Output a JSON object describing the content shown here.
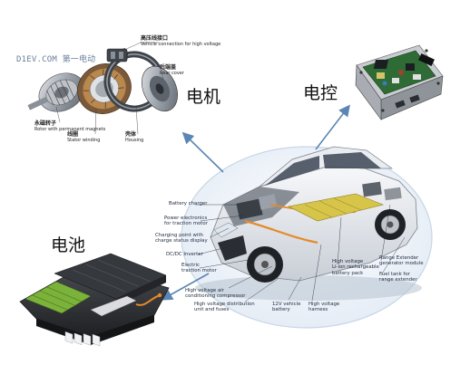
{
  "watermark": "D1EV.COM 第一电动",
  "sections": {
    "motor": "电机",
    "controller": "电控",
    "battery": "电池"
  },
  "motor_parts": {
    "top_cn": "高压线接口",
    "top_en": "Vehicle connection for high voltage",
    "right_cn": "后端盖",
    "right_en": "Rear cover",
    "left_cn": "永磁转子",
    "left_en": "Rotor with permanent magnets",
    "bottom_left_cn": "线圈",
    "bottom_left_en": "Stator winding",
    "bottom_right_cn": "壳体",
    "bottom_right_en": "Housing"
  },
  "car_labels": {
    "battery_charger": "Battery charger",
    "power_electronics_1": "Power electronics",
    "power_electronics_2": "for traction motor",
    "charging_point_1": "Charging point with",
    "charging_point_2": "charge status display",
    "dcdc": "DC/DC Inverter",
    "electric_motor_1": "Electric",
    "electric_motor_2": "traction motor",
    "hv_air_1": "High voltage air",
    "hv_air_2": "conditioning compressor",
    "hv_dist_1": "High voltage distribution",
    "hv_dist_2": "unit and fuses",
    "v12_1": "12V vehicle",
    "v12_2": "battery",
    "hv_harness_1": "High voltage",
    "hv_harness_2": "harness",
    "li_ion_1": "High voltage",
    "li_ion_2": "Li-ion rechargeable",
    "li_ion_3": "battery pack",
    "range_gen_1": "Range Extender",
    "range_gen_2": "generator module",
    "fuel_tank_1": "Fuel tank for",
    "fuel_tank_2": "range extender"
  },
  "colors": {
    "arrow": "#5b86b4",
    "ellipse_fill": "#eef3f9",
    "ellipse_stroke": "#c8d6e6",
    "hv_orange": "#e58a2a",
    "battery_green": "#7bb23a",
    "pcb_green": "#2f6b35"
  },
  "icons": [
    "motor-exploded-illustration",
    "controller-unit-illustration",
    "battery-pack-illustration",
    "car-cutaway-illustration"
  ]
}
